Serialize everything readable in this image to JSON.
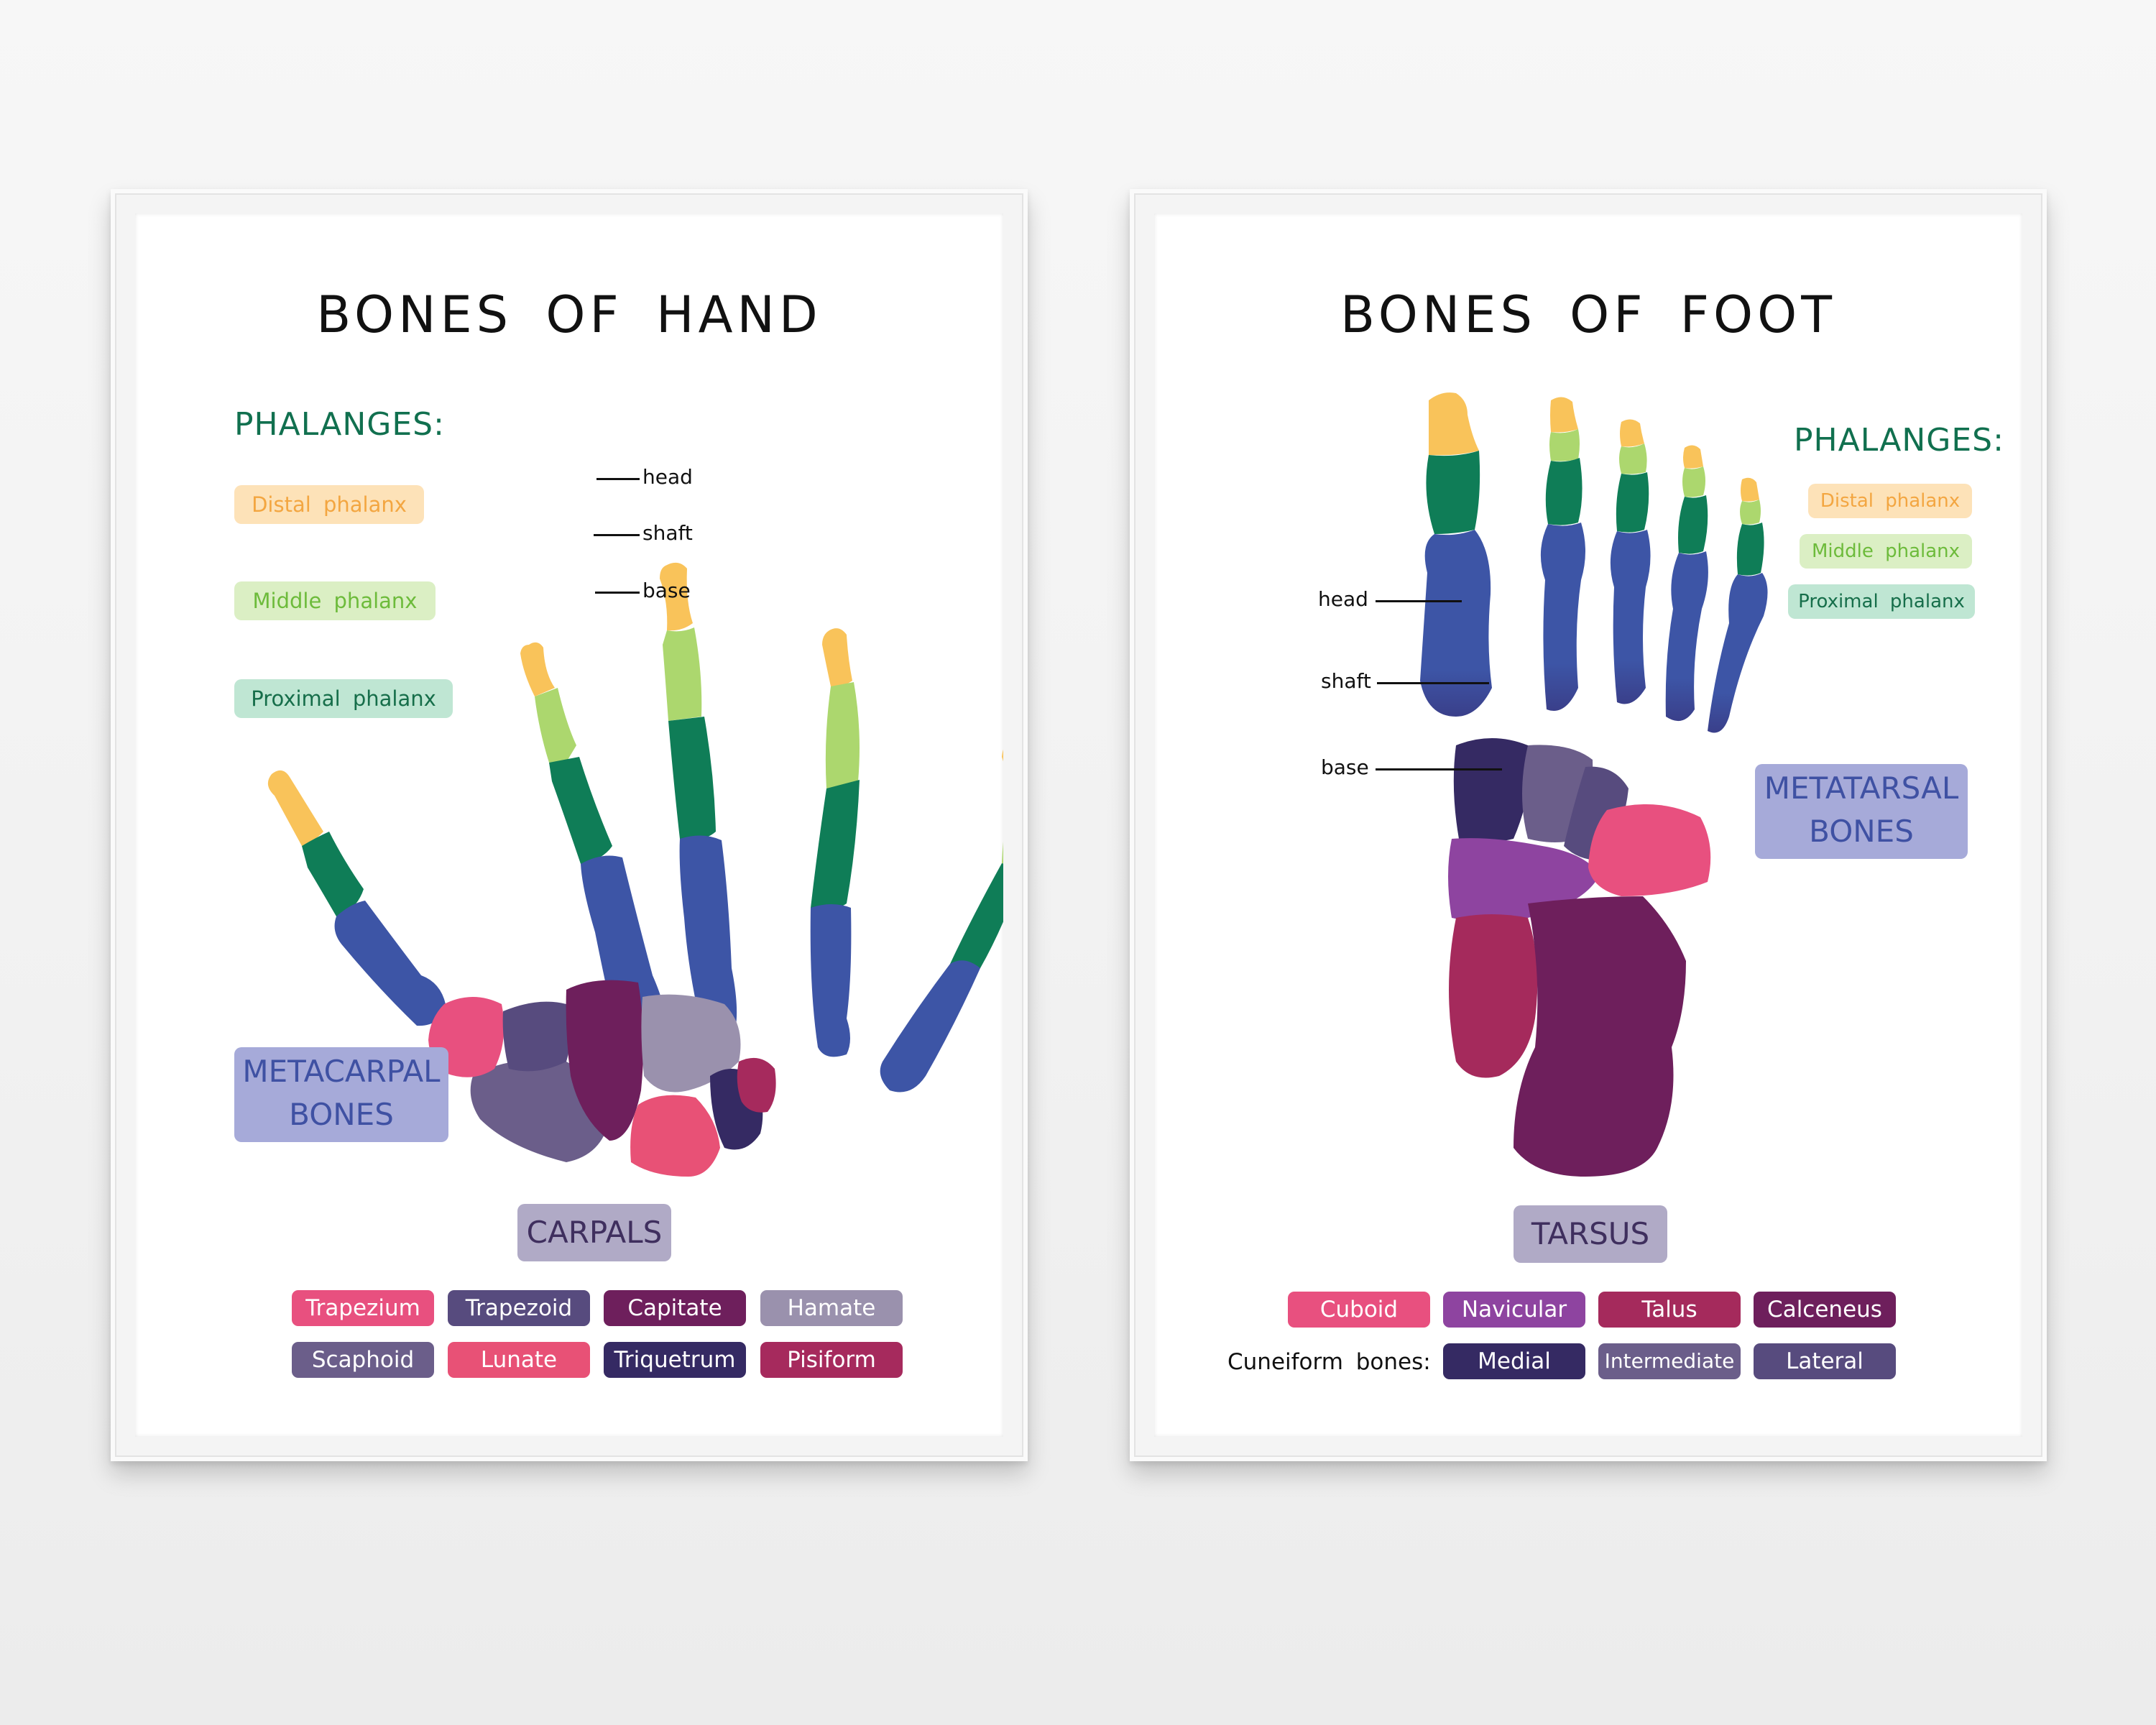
{
  "hand": {
    "title": "BONES OF HAND",
    "phalanges": {
      "heading": "PHALANGES:",
      "distal": "Distal phalanx",
      "middle": "Middle phalanx",
      "proximal": "Proximal phalanx"
    },
    "parts": {
      "head": "head",
      "shaft": "shaft",
      "base": "base"
    },
    "metacarpal": {
      "line1": "METACARPAL",
      "line2": "BONES"
    },
    "carpals": {
      "heading": "CARPALS",
      "items": [
        "Trapezium",
        "Trapezoid",
        "Capitate",
        "Hamate",
        "Scaphoid",
        "Lunate",
        "Triquetrum",
        "Pisiform"
      ]
    }
  },
  "foot": {
    "title": "BONES OF FOOT",
    "phalanges": {
      "heading": "PHALANGES:",
      "distal": "Distal phalanx",
      "middle": "Middle phalanx",
      "proximal": "Proximal phalanx"
    },
    "parts": {
      "head": "head",
      "shaft": "shaft",
      "base": "base"
    },
    "metatarsal": {
      "line1": "METATARSAL",
      "line2": "BONES"
    },
    "tarsus": {
      "heading": "TARSUS",
      "items": [
        "Cuboid",
        "Navicular",
        "Talus",
        "Calceneus"
      ],
      "cuneiform_label": "Cuneiform bones:",
      "cuneiform_items": [
        "Medial",
        "Intermediate",
        "Lateral"
      ]
    }
  },
  "colors": {
    "distal": "#f9c35a",
    "middle": "#acd76e",
    "proximal": "#0f7d57",
    "metacarpal": "#3d55a6",
    "trapezium": "#e8507f",
    "trapezoid": "#574b7e",
    "capitate": "#6e1f5c",
    "hamate": "#9a91ad",
    "scaphoid": "#6b5e8a",
    "lunate": "#e85176",
    "triquetrum": "#352a63",
    "pisiform": "#a62a5d",
    "cuboid": "#e8507f",
    "navicular": "#8e44a0",
    "talus": "#a52a5c",
    "calceneus": "#6e1f5c",
    "medial": "#352a63",
    "intermediate": "#6b5e8a",
    "lateral": "#574b7e"
  }
}
